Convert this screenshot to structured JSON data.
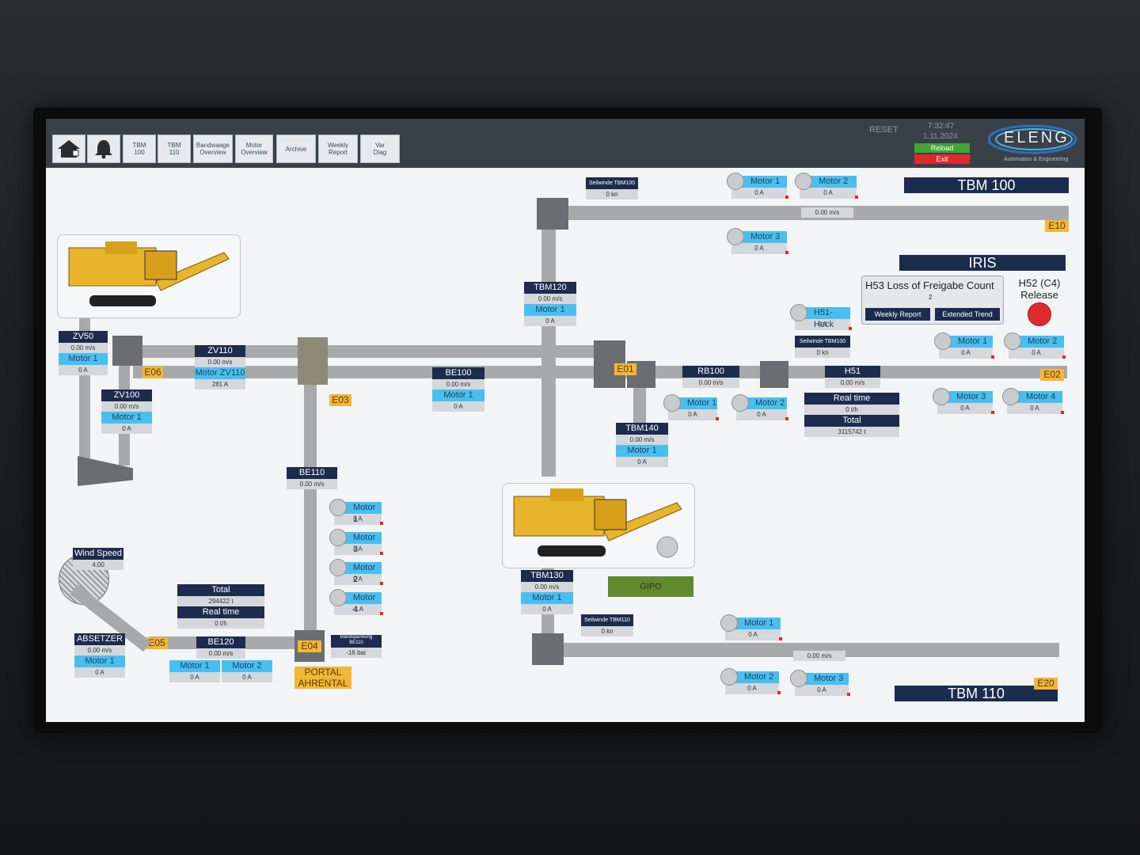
{
  "nav": {
    "buttons": [
      "TBM\n100",
      "TBM\n110",
      "Bandwaage\nOverview",
      "Motor\nOverview",
      "Archive",
      "Weekly\nReport",
      "Var\nDiag"
    ]
  },
  "header": {
    "reset": "RESET",
    "time": "7:32:47",
    "date": "1.11.2024",
    "reload": "Reload",
    "exit": "Exit",
    "logo_text": "ELENG",
    "logo_sub": "Automation & Engineering"
  },
  "bars": {
    "tbm100": "TBM 100",
    "iris": "IRIS",
    "tbm110": "TBM 110"
  },
  "etags": {
    "e10": "E10",
    "e06": "E06",
    "e03": "E03",
    "e01": "E01",
    "e02": "E02",
    "e05": "E05",
    "e04": "E04",
    "e20": "E20"
  },
  "speeds": {
    "top": "0.00 m/s",
    "bottom": "0.00 m/s"
  },
  "seilwinde_top": {
    "title": "Seilwinde TBM100",
    "value": "0 kn"
  },
  "seilwinde_mid": {
    "title": "Seilwinde TBM100",
    "value": "0 kn"
  },
  "seilwinde_bot": {
    "title": "Seilwinde TBM110",
    "value": "0 kn"
  },
  "top_motors": [
    {
      "label": "Motor 1",
      "value": "0 A"
    },
    {
      "label": "Motor 2",
      "value": "0 A"
    },
    {
      "label": "Motor 3",
      "value": "0 A"
    }
  ],
  "tbm120": {
    "title": "TBM120",
    "speed": "0.00 m/s",
    "motor": "Motor 1",
    "value": "0 A"
  },
  "zv50": {
    "title": "ZV50",
    "speed": "0.00 m/s",
    "motor": "Motor 1",
    "value": "0 A"
  },
  "zv110": {
    "title": "ZV110",
    "speed": "0.00 m/s",
    "motor": "Motor ZV110",
    "value": "281 A"
  },
  "zv100": {
    "title": "ZV100",
    "speed": "0.00 m/s",
    "motor": "Motor 1",
    "value": "0 A"
  },
  "be100": {
    "title": "BE100",
    "speed": "0.00 m/s",
    "motor": "Motor 1",
    "value": "0 A"
  },
  "rb100": {
    "title": "RB100",
    "speed": "0.00 m/s"
  },
  "rb100_motors": [
    {
      "label": "Motor 1",
      "value": "0 A"
    },
    {
      "label": "Motor 2",
      "value": "0 A"
    }
  ],
  "h51": {
    "title": "H51",
    "speed": "0.00 m/s",
    "realtime_label": "Real time",
    "realtime": "0 t/h",
    "total_label": "Total",
    "total": "3115742 t"
  },
  "h51_heck": {
    "label": "H51-Heck",
    "value": "0 A"
  },
  "iris": {
    "loss_label": "H53 Loss of Freigabe Count",
    "loss_value": "2",
    "weekly": "Weekly Report",
    "extended": "Extended Trend",
    "release_label": "H52 (C4)\nRelease"
  },
  "right_motors": [
    {
      "label": "Motor 1",
      "value": "0 A"
    },
    {
      "label": "Motor 2",
      "value": "0 A"
    },
    {
      "label": "Motor 3",
      "value": "0 A"
    },
    {
      "label": "Motor 4",
      "value": "0 A"
    }
  ],
  "tbm140": {
    "title": "TBM140",
    "speed": "0.00 m/s",
    "motor": "Motor 1",
    "value": "0 A"
  },
  "be110": {
    "title": "BE110",
    "speed": "0.00 m/s"
  },
  "be110_motors": [
    {
      "label": "Motor 1",
      "value": "0 A"
    },
    {
      "label": "Motor 3",
      "value": "0 A"
    },
    {
      "label": "Motor 2",
      "value": "0 A"
    },
    {
      "label": "Motor 4",
      "value": "-1 A"
    }
  ],
  "wind": {
    "title": "Wind Speed",
    "value": "4.00"
  },
  "absetzer": {
    "title": "ABSETZER",
    "speed": "0.00 m/s",
    "motor": "Motor 1",
    "value": "0 A"
  },
  "total_box": {
    "total_label": "Total",
    "total": "294422 t",
    "realtime_label": "Real time",
    "realtime": "0 t/h"
  },
  "be120": {
    "title": "BE120",
    "speed": "0.00 m/s",
    "motors": [
      {
        "label": "Motor 1",
        "value": "0 A"
      },
      {
        "label": "Motor 2",
        "value": "0 A"
      }
    ]
  },
  "bandspannung": {
    "title": "Bandspannung\nBE110",
    "value": "-16 bar"
  },
  "portal": "PORTAL\nAHRENTAL",
  "tbm130": {
    "title": "TBM130",
    "speed": "0.00 m/s",
    "motor": "Motor 1",
    "value": "0 A"
  },
  "gipo": "GIPO",
  "bottom_motors": [
    {
      "label": "Motor 1",
      "value": "0 A"
    },
    {
      "label": "Motor 2",
      "value": "0 A"
    },
    {
      "label": "Motor 3",
      "value": "0 A"
    }
  ],
  "colors": {
    "navy": "#1c2c4f",
    "cyan": "#48bff0",
    "amber": "#f3b637",
    "status_red": "#e0292b",
    "reload_green": "#3fa535"
  }
}
